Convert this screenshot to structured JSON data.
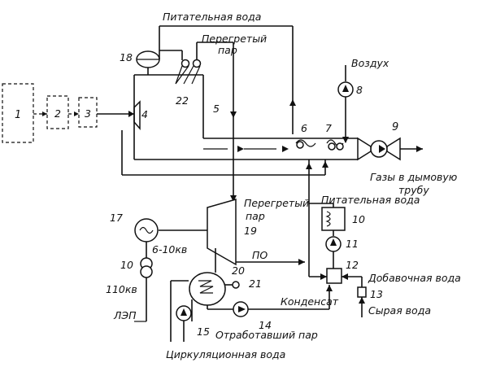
{
  "labels": {
    "feed_water_top": "Питательная вода",
    "superheated_steam_top": "Перегретый",
    "superheated_steam_top_2": "пар",
    "air": "Воздух",
    "flue_gases": "Газы в дымовую",
    "flue_gases_2": "трубу",
    "superheated_steam_turbine": "Перегретый",
    "superheated_steam_turbine_2": "пар",
    "feed_water_right": "Питательная вода",
    "make_up_water": "Добавочная вода",
    "raw_water": "Сырая вода",
    "condensate": "Конденсат",
    "exhaust_steam": "Отработавший пар",
    "circulating_water": "Циркуляционная вода",
    "voltage_gen": "6-10кв",
    "voltage_line": "110кв",
    "power_line": "ЛЭП",
    "po": "ПО"
  },
  "numbers": {
    "n1": "1",
    "n2": "2",
    "n3": "3",
    "n4": "4",
    "n5": "5",
    "n6": "6",
    "n7": "7",
    "n8": "8",
    "n9": "9",
    "n10": "10",
    "n10b": "10",
    "n11": "11",
    "n12": "12",
    "n13": "13",
    "n14": "14",
    "n15": "15",
    "n17": "17",
    "n18": "18",
    "n19": "19",
    "n20": "20",
    "n21": "21",
    "n22": "22"
  }
}
